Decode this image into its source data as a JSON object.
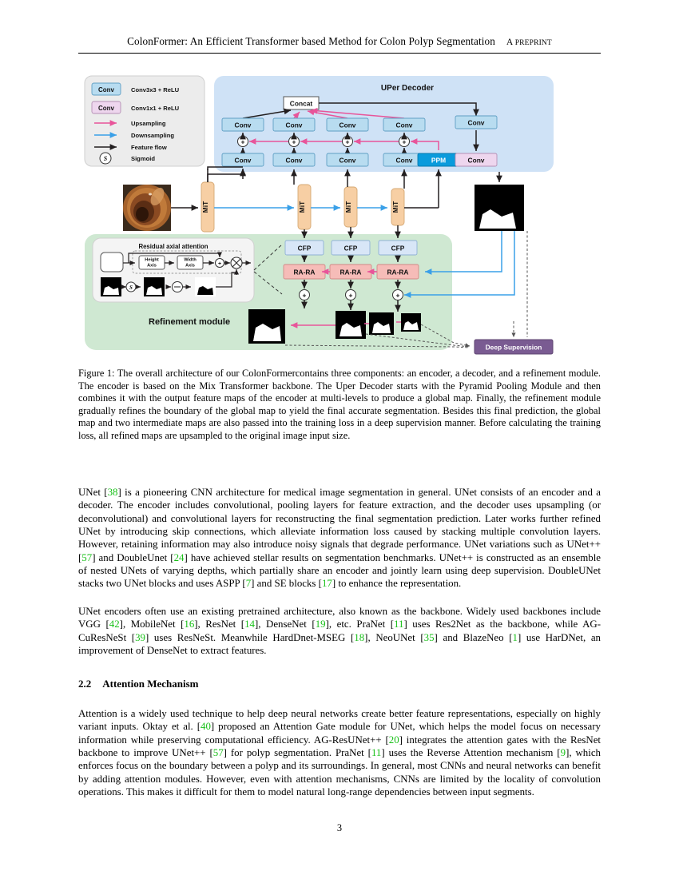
{
  "header": {
    "title": "ColonFormer: An Efficient Transformer based Method for Colon Polyp Segmentation",
    "preprint_a": "A ",
    "preprint_rest": "PREPRINT"
  },
  "figure": {
    "legend": {
      "items": [
        {
          "swatch_label": "Conv",
          "swatch_color": "#b8dcf0",
          "text": "Conv3x3 + ReLU"
        },
        {
          "swatch_label": "Conv",
          "swatch_color": "#eed6ee",
          "text": "Conv1x1 + ReLU"
        },
        {
          "swatch_label": "",
          "swatch_color": "#e8559a",
          "text": "Upsampling"
        },
        {
          "swatch_label": "",
          "swatch_color": "#3aa0e8",
          "text": "Downsampling"
        },
        {
          "swatch_label": "",
          "swatch_color": "#231f20",
          "text": "Feature flow"
        },
        {
          "swatch_label": "S",
          "swatch_color": "#ffffff",
          "text": "Sigmoid"
        }
      ]
    },
    "decoder": {
      "title": "UPer Decoder",
      "concat_label": "Concat",
      "ppm_label": "PPM",
      "conv_label": "Conv",
      "top_convs": [
        "Conv",
        "Conv",
        "Conv",
        "Conv"
      ],
      "bottom_convs": [
        "Conv",
        "Conv",
        "Conv",
        "Conv"
      ],
      "right_top_conv": "Conv",
      "right_bottom_conv": "Conv",
      "plus_label": "+"
    },
    "encoder": {
      "blocks": [
        "MiT",
        "MiT",
        "MiT",
        "MiT"
      ]
    },
    "refinement": {
      "title": "Refinement module",
      "attention_title": "Residual axial attention",
      "height_axis": "Height Axis",
      "width_axis": "Width Axis",
      "sigmoid_label": "S",
      "plus_label": "+",
      "cfp_blocks": [
        "CFP",
        "CFP",
        "CFP"
      ],
      "rara_blocks": [
        "RA-RA",
        "RA-RA",
        "RA-RA"
      ]
    },
    "deep_supervision": "Deep Supervision",
    "colors": {
      "conv3x3": "#b8dcf0",
      "conv1x1": "#eed6ee",
      "ppm": "#0a9bdc",
      "mit": "#f7cfa4",
      "cfp": "#d8e6f7",
      "rara": "#f6bcb8",
      "decoder_panel": "#cfe2f6",
      "refine_panel": "#cfe8d2",
      "legend_panel": "#ececec",
      "deep_supervision": "#7a5b92",
      "upsampling": "#e8559a",
      "downsampling": "#3aa0e8",
      "feature_flow": "#231f20"
    }
  },
  "caption": {
    "label": "Figure 1:",
    "text": " The overall architecture of our ColonFormercontains three components: an encoder, a decoder, and a refinement module. The encoder is based on the Mix Transformer backbone. The Uper Decoder starts with the Pyramid Pooling Module and then combines it with the output feature maps of the encoder at multi-levels to produce a global map. Finally, the refinement module gradually refines the boundary of the global map to yield the final accurate segmentation. Besides this final prediction, the global map and two intermediate maps are also passed into the training loss in a deep supervision manner. Before calculating the training loss, all refined maps are upsampled to the original image input size."
  },
  "body": {
    "para1": [
      {
        "t": "UNet ["
      },
      {
        "c": "38"
      },
      {
        "t": "] is a pioneering CNN architecture for medical image segmentation in general. UNet consists of an encoder and a decoder. The encoder includes convolutional, pooling layers for feature extraction, and the decoder uses upsampling (or deconvolutional) and convolutional layers for reconstructing the final segmentation prediction. Later works further refined UNet by introducing skip connections, which alleviate information loss caused by stacking multiple convolution layers. However, retaining information may also introduce noisy signals that degrade performance. UNet variations such as UNet++ ["
      },
      {
        "c": "57"
      },
      {
        "t": "] and DoubleUnet ["
      },
      {
        "c": "24"
      },
      {
        "t": "] have achieved stellar results on segmentation benchmarks. UNet++ is constructed as an ensemble of nested UNets of varying depths, which partially share an encoder and jointly learn using deep supervision. DoubleUNet stacks two UNet blocks and uses ASPP ["
      },
      {
        "c": "7"
      },
      {
        "t": "] and SE blocks ["
      },
      {
        "c": "17"
      },
      {
        "t": "] to enhance the representation."
      }
    ],
    "para2": [
      {
        "t": "UNet encoders often use an existing pretrained architecture, also known as the backbone. Widely used backbones include VGG ["
      },
      {
        "c": "42"
      },
      {
        "t": "], MobileNet ["
      },
      {
        "c": "16"
      },
      {
        "t": "], ResNet ["
      },
      {
        "c": "14"
      },
      {
        "t": "], DenseNet ["
      },
      {
        "c": "19"
      },
      {
        "t": "], etc. PraNet ["
      },
      {
        "c": "11"
      },
      {
        "t": "] uses Res2Net as the backbone, while AG-CuResNeSt ["
      },
      {
        "c": "39"
      },
      {
        "t": "] uses ResNeSt. Meanwhile HardDnet-MSEG ["
      },
      {
        "c": "18"
      },
      {
        "t": "], NeoUNet ["
      },
      {
        "c": "35"
      },
      {
        "t": "] and BlazeNeo ["
      },
      {
        "c": "1"
      },
      {
        "t": "] use HarDNet, an improvement of DenseNet to extract features."
      }
    ],
    "para3": [
      {
        "t": "Attention is a widely used technique to help deep neural networks create better feature representations, especially on highly variant inputs. Oktay et al. ["
      },
      {
        "c": "40"
      },
      {
        "t": "] proposed an Attention Gate module for UNet, which helps the model focus on necessary information while preserving computational efficiency. AG-ResUNet++ ["
      },
      {
        "c": "20"
      },
      {
        "t": "] integrates the attention gates with the ResNet backbone to improve UNet++ ["
      },
      {
        "c": "57"
      },
      {
        "t": "] for polyp segmentation. PraNet ["
      },
      {
        "c": "11"
      },
      {
        "t": "] uses the Reverse Attention mechanism ["
      },
      {
        "c": "9"
      },
      {
        "t": "], which enforces focus on the boundary between a polyp and its surroundings. In general, most CNNs and neural networks can benefit by adding attention modules. However, even with attention mechanisms, CNNs are limited by the locality of convolution operations. This makes it difficult for them to model natural long-range dependencies between input segments."
      }
    ]
  },
  "section": {
    "number": "2.2",
    "title": "Attention Mechanism"
  },
  "page_number": "3"
}
